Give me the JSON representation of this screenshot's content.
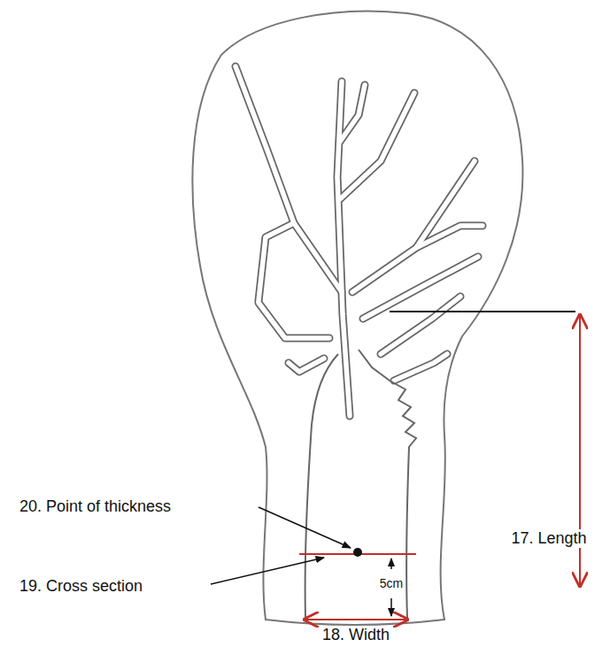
{
  "diagram": {
    "labels": [
      "17. Length",
      "20. Point of thickness",
      "19. Cross section",
      "5cm",
      "18. Width"
    ]
  }
}
